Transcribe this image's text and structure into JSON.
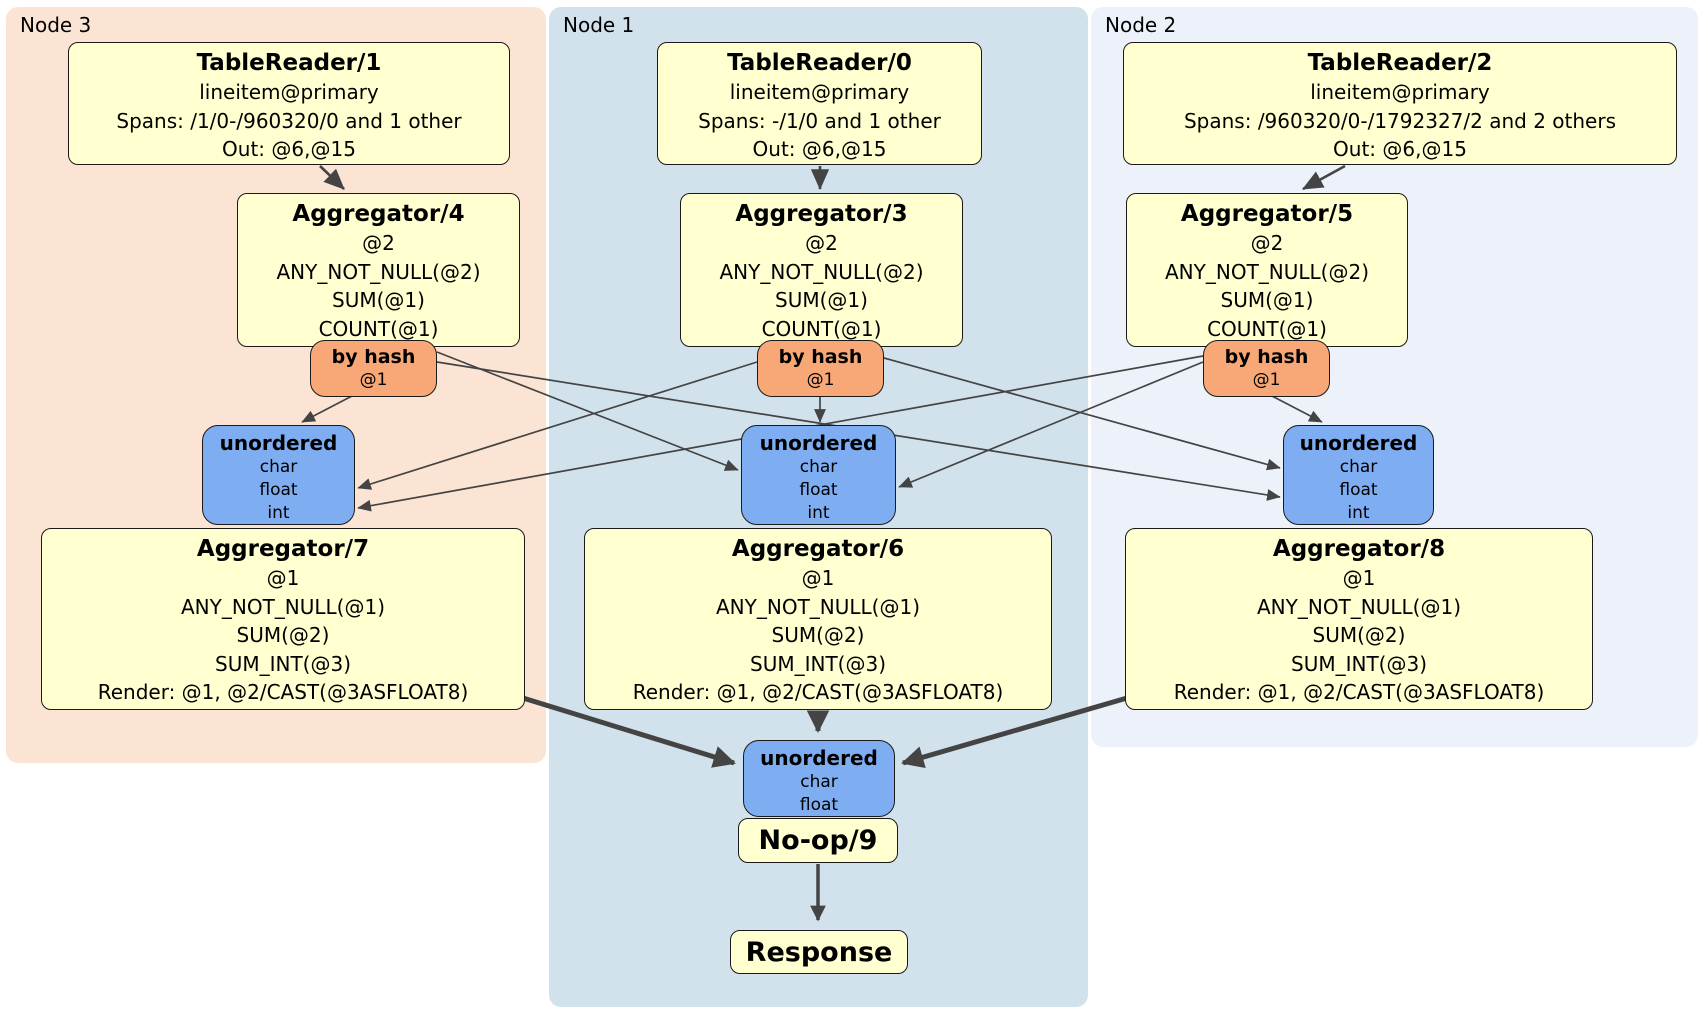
{
  "diagram_type": "distributed-sql-query-plan",
  "colors": {
    "node3_region": "#fce4d4",
    "node1_region": "#d2e2ed",
    "node2_region": "#edf2fa",
    "processor_fill": "#ffffd0",
    "router_fill": "#f8a877",
    "sync_fill": "#7fadf2",
    "border": "#1a1a1a",
    "edge": "#444444"
  },
  "regions": {
    "node3": {
      "label": "Node 3"
    },
    "node1": {
      "label": "Node 1"
    },
    "node2": {
      "label": "Node 2"
    }
  },
  "processors": {
    "tr1": {
      "title": "TableReader/1",
      "lines": [
        "lineitem@primary",
        "Spans: /1/0-/960320/0 and 1 other",
        "Out: @6,@15"
      ]
    },
    "tr0": {
      "title": "TableReader/0",
      "lines": [
        "lineitem@primary",
        "Spans: -/1/0 and 1 other",
        "Out: @6,@15"
      ]
    },
    "tr2": {
      "title": "TableReader/2",
      "lines": [
        "lineitem@primary",
        "Spans: /960320/0-/1792327/2 and 2 others",
        "Out: @6,@15"
      ]
    },
    "agg4": {
      "title": "Aggregator/4",
      "lines": [
        "@2",
        "ANY_NOT_NULL(@2)",
        "SUM(@1)",
        "COUNT(@1)"
      ]
    },
    "agg3": {
      "title": "Aggregator/3",
      "lines": [
        "@2",
        "ANY_NOT_NULL(@2)",
        "SUM(@1)",
        "COUNT(@1)"
      ]
    },
    "agg5": {
      "title": "Aggregator/5",
      "lines": [
        "@2",
        "ANY_NOT_NULL(@2)",
        "SUM(@1)",
        "COUNT(@1)"
      ]
    },
    "agg7": {
      "title": "Aggregator/7",
      "lines": [
        "@1",
        "ANY_NOT_NULL(@1)",
        "SUM(@2)",
        "SUM_INT(@3)",
        "Render: @1, @2/CAST(@3ASFLOAT8)"
      ]
    },
    "agg6": {
      "title": "Aggregator/6",
      "lines": [
        "@1",
        "ANY_NOT_NULL(@1)",
        "SUM(@2)",
        "SUM_INT(@3)",
        "Render: @1, @2/CAST(@3ASFLOAT8)"
      ]
    },
    "agg8": {
      "title": "Aggregator/8",
      "lines": [
        "@1",
        "ANY_NOT_NULL(@1)",
        "SUM(@2)",
        "SUM_INT(@3)",
        "Render: @1, @2/CAST(@3ASFLOAT8)"
      ]
    },
    "noop": {
      "title": "No-op/9"
    },
    "response": {
      "title": "Response"
    }
  },
  "routers": {
    "bh3": {
      "title": "by hash",
      "key": "@1"
    },
    "bh1": {
      "title": "by hash",
      "key": "@1"
    },
    "bh2": {
      "title": "by hash",
      "key": "@1"
    }
  },
  "syncs": {
    "un3": {
      "title": "unordered",
      "lines": [
        "char",
        "float",
        "int"
      ]
    },
    "un1": {
      "title": "unordered",
      "lines": [
        "char",
        "float",
        "int"
      ]
    },
    "un2": {
      "title": "unordered",
      "lines": [
        "char",
        "float",
        "int"
      ]
    },
    "unf": {
      "title": "unordered",
      "lines": [
        "char",
        "float"
      ]
    }
  }
}
